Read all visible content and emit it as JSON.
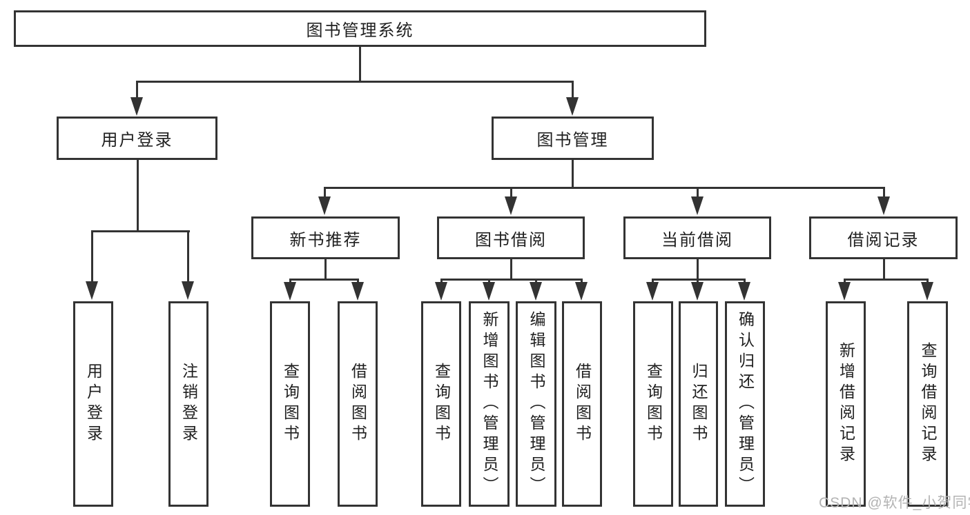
{
  "diagram": {
    "root": {
      "label": "图书管理系统"
    },
    "branches": {
      "login": {
        "label": "用户登录",
        "children": [
          {
            "label": "用户登录"
          },
          {
            "label": "注销登录"
          }
        ]
      },
      "management": {
        "label": "图书管理",
        "groups": [
          {
            "label": "新书推荐",
            "children": [
              {
                "label": "查询图书"
              },
              {
                "label": "借阅图书"
              }
            ]
          },
          {
            "label": "图书借阅",
            "children": [
              {
                "label": "查询图书"
              },
              {
                "label": "新增图书（管理员）"
              },
              {
                "label": "编辑图书（管理员）"
              },
              {
                "label": "借阅图书"
              }
            ]
          },
          {
            "label": "当前借阅",
            "children": [
              {
                "label": "查询图书"
              },
              {
                "label": "归还图书"
              },
              {
                "label": "确认归还（管理员）"
              }
            ]
          },
          {
            "label": "借阅记录",
            "children": [
              {
                "label": "新增借阅记录"
              },
              {
                "label": "查询借阅记录"
              }
            ]
          }
        ]
      }
    }
  },
  "watermark": {
    "text": "CSDN @软件_小贺同学"
  },
  "colors": {
    "line": "#333333",
    "text": "#1f1f1f",
    "background": "#ffffff",
    "watermark": "#b3b3b3"
  }
}
